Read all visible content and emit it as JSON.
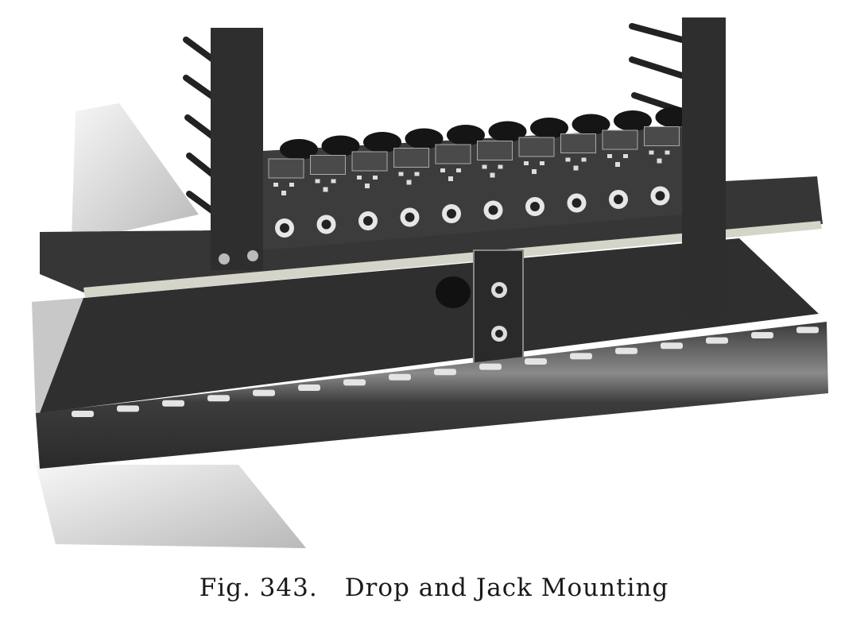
{
  "figure": {
    "number": "Fig. 343.",
    "title": "Drop and Jack Mounting",
    "drop_count": 10,
    "jack_count": 10,
    "colors": {
      "dark": "#2b2b2b",
      "mid": "#4a4a4a",
      "light": "#d8d8d8",
      "brass": "#cfcfc4"
    }
  }
}
